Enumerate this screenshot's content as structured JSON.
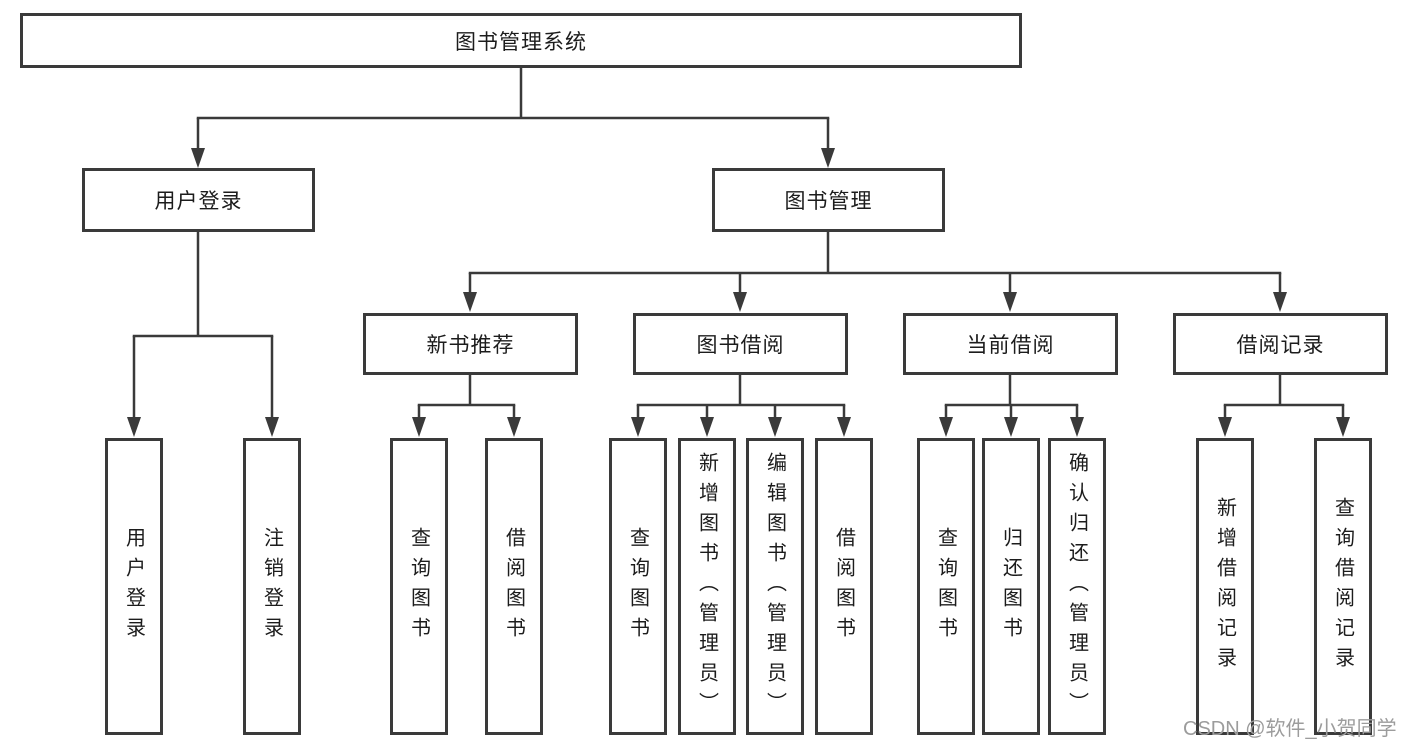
{
  "diagram": {
    "title": "图书管理系统",
    "branches": [
      {
        "label": "用户登录",
        "leaves": [
          {
            "label": "用户登录"
          },
          {
            "label": "注销登录"
          }
        ]
      },
      {
        "label": "图书管理",
        "groups": [
          {
            "label": "新书推荐",
            "leaves": [
              {
                "label": "查询图书"
              },
              {
                "label": "借阅图书"
              }
            ]
          },
          {
            "label": "图书借阅",
            "leaves": [
              {
                "label": "查询图书"
              },
              {
                "label": "新增图书（管理员）"
              },
              {
                "label": "编辑图书（管理员）"
              },
              {
                "label": "借阅图书"
              }
            ]
          },
          {
            "label": "当前借阅",
            "leaves": [
              {
                "label": "查询图书"
              },
              {
                "label": "归还图书"
              },
              {
                "label": "确认归还（管理员）"
              }
            ]
          },
          {
            "label": "借阅记录",
            "leaves": [
              {
                "label": "新增借阅记录"
              },
              {
                "label": "查询借阅记录"
              }
            ]
          }
        ]
      }
    ],
    "line_color": "#3a3a3a",
    "text_color": "#1c1c1c",
    "background_color": "#ffffff"
  },
  "watermark": {
    "text": "CSDN @软件_小贺同学",
    "color": "#9c9c9c"
  }
}
